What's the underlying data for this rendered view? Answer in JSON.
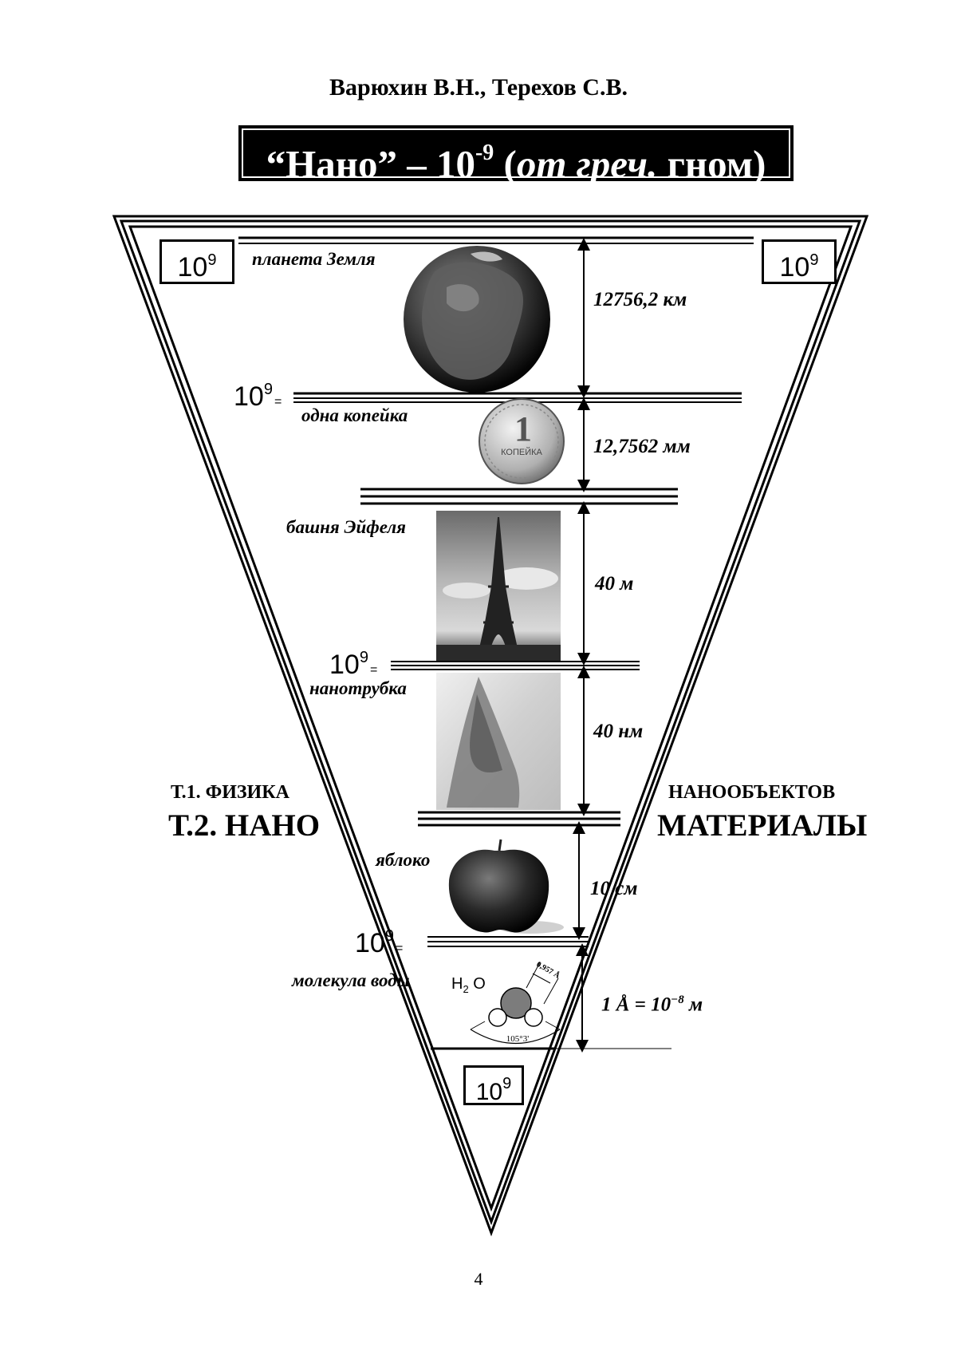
{
  "header": {
    "authors": "Варюхин В.Н., Терехов С.В."
  },
  "banner": {
    "quote_open": "“Нано” – 10",
    "exponent": "-9",
    "paren_open": " (",
    "italic": "от греч.",
    "rest": " гном)"
  },
  "power": {
    "base": "10",
    "exp": "9",
    "eq": "="
  },
  "objects": {
    "earth": "планета Земля",
    "kopek": "одна копейка",
    "eiffel": "башня Эйфеля",
    "nanotube": "нанотрубка",
    "apple": "яблоко",
    "water": "молекула воды"
  },
  "measures": {
    "earth": "12756,2  км",
    "kopek": "12,7562  мм",
    "eiffel": "40 м",
    "nanotube": "40 нм",
    "apple": "10 см",
    "angstrom": "1 Å = 10",
    "angstrom_exp": "−8",
    "angstrom_unit": " м"
  },
  "molecule": {
    "formula_h": "H",
    "formula_sub": "2",
    "formula_o": " O",
    "bond": "0,957 Å",
    "angle": "105°3'"
  },
  "coin": {
    "value": "1",
    "word": "КОПЕЙКА"
  },
  "side_labels": {
    "left_small": "Т.1. ФИЗИКА",
    "left_big": "Т.2. НАНО",
    "right_small": "НАНООБЪЕКТОВ",
    "right_big": "МАТЕРИАЛЫ"
  },
  "footer": {
    "page_number": "4"
  }
}
